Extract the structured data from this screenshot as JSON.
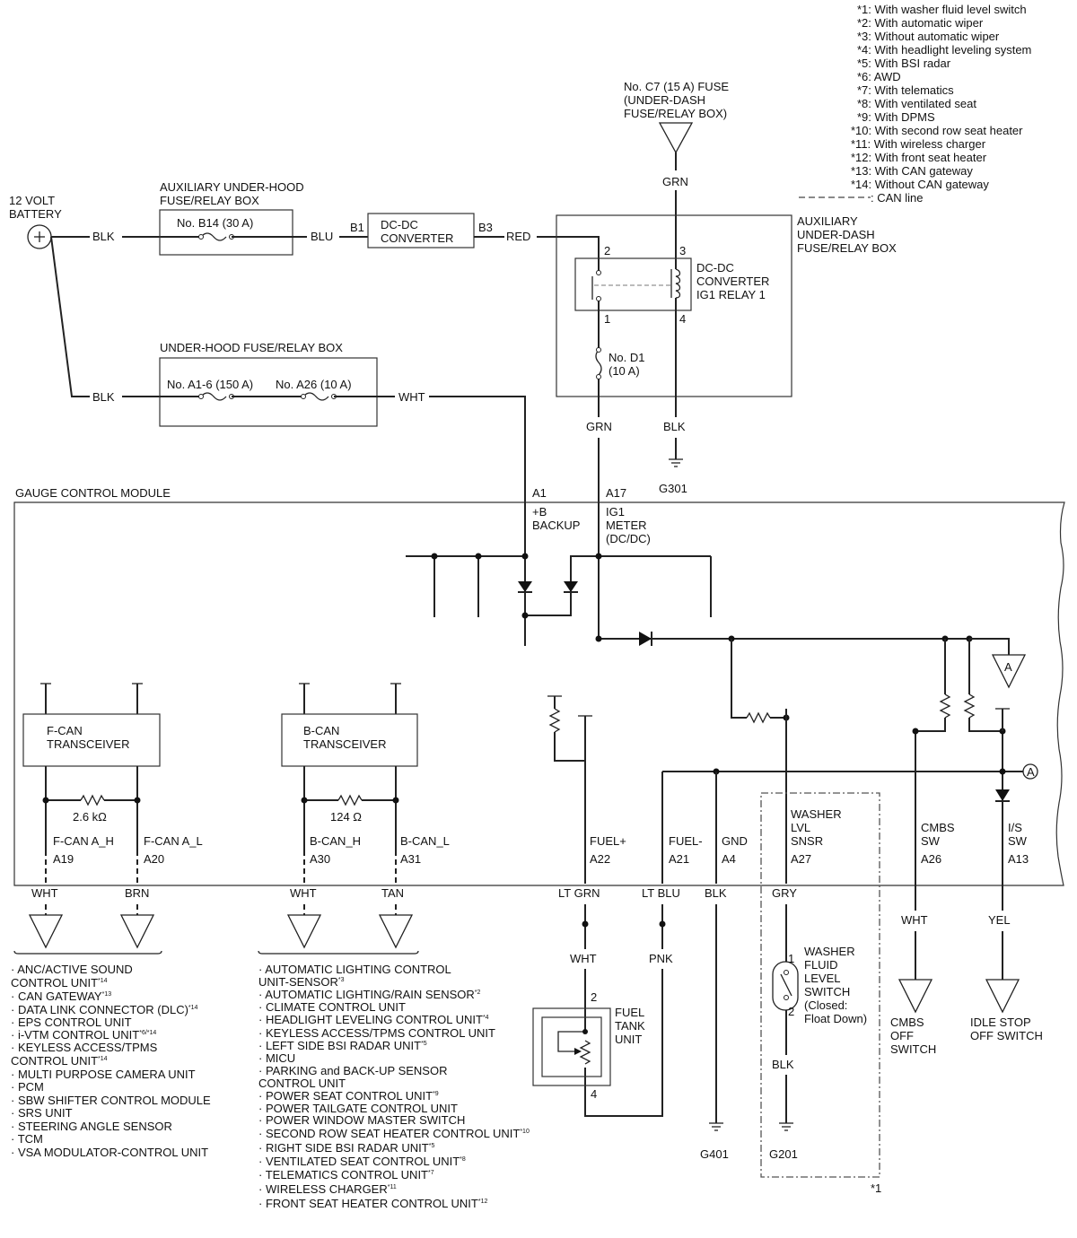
{
  "notes": [
    "*1: With washer fluid level switch",
    "*2: With automatic wiper",
    "*3: Without automatic wiper",
    "*4: With headlight leveling system",
    "*5: With BSI radar",
    "*6: AWD",
    "*7: With telematics",
    "*8: With ventilated seat",
    "*9: With DPMS",
    "*10: With second row seat heater",
    "*11: With wireless charger",
    "*12: With front seat heater",
    "*13: With CAN gateway",
    "*14: Without CAN gateway"
  ],
  "can_line_legend": ": CAN line",
  "fuse_c7": [
    "No. C7 (15 A) FUSE",
    "(UNDER-DASH",
    "FUSE/RELAY BOX)"
  ],
  "battery": [
    "12 VOLT",
    "BATTERY"
  ],
  "aux_underhood": {
    "title": [
      "AUXILIARY UNDER-HOOD",
      "FUSE/RELAY BOX"
    ],
    "fuse": "No. B14 (30 A)"
  },
  "underhood": {
    "title": "UNDER-HOOD FUSE/RELAY BOX",
    "fuse1": "No. A1-6 (150 A)",
    "fuse2": "No. A26 (10 A)"
  },
  "dcdc": {
    "title": [
      "DC-DC",
      "CONVERTER"
    ],
    "in_pin": "B1",
    "out_pin": "B3"
  },
  "aux_underdash": {
    "title": [
      "AUXILIARY",
      "UNDER-DASH",
      "FUSE/RELAY BOX"
    ],
    "relay": [
      "DC-DC",
      "CONVERTER",
      "IG1 RELAY 1"
    ],
    "pins": [
      "2",
      "3",
      "1",
      "4"
    ],
    "fuse": [
      "No. D1",
      "(10 A)"
    ]
  },
  "wires": {
    "blk1": "BLK",
    "blu": "BLU",
    "red": "RED",
    "blk2": "BLK",
    "wht": "WHT",
    "grn_top": "GRN",
    "grn_mid": "GRN",
    "blk_relay": "BLK"
  },
  "grounds": {
    "g301": "G301",
    "g401": "G401",
    "g201": "G201"
  },
  "gcm": {
    "title": "GAUGE CONTROL MODULE",
    "a1_pin": "A1",
    "a1_label": [
      "+B",
      "BACKUP"
    ],
    "a17_pin": "A17",
    "a17_label": [
      "IG1",
      "METER",
      "(DC/DC)"
    ],
    "fcan_box": [
      "F-CAN",
      "TRANSCEIVER"
    ],
    "bcan_box": [
      "B-CAN",
      "TRANSCEIVER"
    ],
    "fcan_res": "2.6 kΩ",
    "bcan_res": "124 Ω",
    "connector_a": "A"
  },
  "terminals": [
    {
      "name": "F-CAN A_H",
      "pin": "A19",
      "wire": "WHT"
    },
    {
      "name": "F-CAN A_L",
      "pin": "A20",
      "wire": "BRN"
    },
    {
      "name": "B-CAN_H",
      "pin": "A30",
      "wire": "WHT"
    },
    {
      "name": "B-CAN_L",
      "pin": "A31",
      "wire": "TAN"
    },
    {
      "name": "FUEL+",
      "pin": "A22",
      "wire": "LT GRN"
    },
    {
      "name": "FUEL-",
      "pin": "A21",
      "wire": "LT BLU"
    },
    {
      "name": "GND",
      "pin": "A4",
      "wire": "BLK"
    },
    {
      "name": [
        "WASHER",
        "LVL",
        "SNSR"
      ],
      "pin": "A27",
      "wire": "GRY"
    },
    {
      "name": [
        "CMBS",
        "SW"
      ],
      "pin": "A26",
      "wire": "WHT"
    },
    {
      "name": [
        "I/S",
        "SW"
      ],
      "pin": "A13",
      "wire": "YEL"
    }
  ],
  "fuel_wires": {
    "wht": "WHT",
    "pnk": "PNK"
  },
  "fuel_tank": {
    "title": [
      "FUEL",
      "TANK",
      "UNIT"
    ],
    "pins": [
      "2",
      "4"
    ]
  },
  "washer_switch": {
    "title": [
      "WASHER",
      "FLUID",
      "LEVEL",
      "SWITCH",
      "(Closed:",
      "Float Down)"
    ],
    "pins": [
      "1",
      "2"
    ],
    "ground_wire": "BLK",
    "note_ref": "*1"
  },
  "cmbs_switch": [
    "CMBS",
    "OFF",
    "SWITCH"
  ],
  "idle_stop_switch": [
    "IDLE STOP",
    "OFF SWITCH"
  ],
  "fcan_units": [
    {
      "text": "· ANC/ACTIVE SOUND",
      "sup": ""
    },
    {
      "text": "CONTROL UNIT",
      "sup": "*14"
    },
    {
      "text": "· CAN GATEWAY",
      "sup": "*13"
    },
    {
      "text": "· DATA LINK CONNECTOR (DLC)",
      "sup": "*14"
    },
    {
      "text": "· EPS CONTROL UNIT",
      "sup": ""
    },
    {
      "text": "· i-VTM CONTROL UNIT",
      "sup": "*6/*14"
    },
    {
      "text": "· KEYLESS ACCESS/TPMS",
      "sup": ""
    },
    {
      "text": "CONTROL UNIT",
      "sup": "*14"
    },
    {
      "text": "· MULTI PURPOSE CAMERA UNIT",
      "sup": ""
    },
    {
      "text": "· PCM",
      "sup": ""
    },
    {
      "text": "· SBW SHIFTER CONTROL MODULE",
      "sup": ""
    },
    {
      "text": "· SRS UNIT",
      "sup": ""
    },
    {
      "text": "· STEERING ANGLE SENSOR",
      "sup": ""
    },
    {
      "text": "· TCM",
      "sup": ""
    },
    {
      "text": "· VSA MODULATOR-CONTROL UNIT",
      "sup": ""
    }
  ],
  "bcan_units": [
    {
      "text": "· AUTOMATIC LIGHTING CONTROL",
      "sup": ""
    },
    {
      "text": "UNIT-SENSOR",
      "sup": "*3"
    },
    {
      "text": "· AUTOMATIC LIGHTING/RAIN SENSOR",
      "sup": "*2"
    },
    {
      "text": "· CLIMATE CONTROL UNIT",
      "sup": ""
    },
    {
      "text": "· HEADLIGHT LEVELING CONTROL UNIT",
      "sup": "*4"
    },
    {
      "text": "· KEYLESS ACCESS/TPMS CONTROL UNIT",
      "sup": ""
    },
    {
      "text": "· LEFT SIDE BSI RADAR UNIT",
      "sup": "*5"
    },
    {
      "text": "· MICU",
      "sup": ""
    },
    {
      "text": "· PARKING and BACK-UP SENSOR",
      "sup": ""
    },
    {
      "text": "CONTROL UNIT",
      "sup": ""
    },
    {
      "text": "· POWER SEAT CONTROL UNIT",
      "sup": "*9"
    },
    {
      "text": "· POWER TAILGATE CONTROL UNIT",
      "sup": ""
    },
    {
      "text": "· POWER WINDOW MASTER SWITCH",
      "sup": ""
    },
    {
      "text": "· SECOND ROW SEAT HEATER CONTROL UNIT",
      "sup": "*10"
    },
    {
      "text": "· RIGHT SIDE BSI RADAR UNIT",
      "sup": "*5"
    },
    {
      "text": "· VENTILATED SEAT CONTROL UNIT",
      "sup": "*8"
    },
    {
      "text": "· TELEMATICS CONTROL UNIT",
      "sup": "*7"
    },
    {
      "text": "· WIRELESS CHARGER",
      "sup": "*11"
    },
    {
      "text": "· FRONT SEAT HEATER CONTROL UNIT",
      "sup": "*12"
    }
  ]
}
